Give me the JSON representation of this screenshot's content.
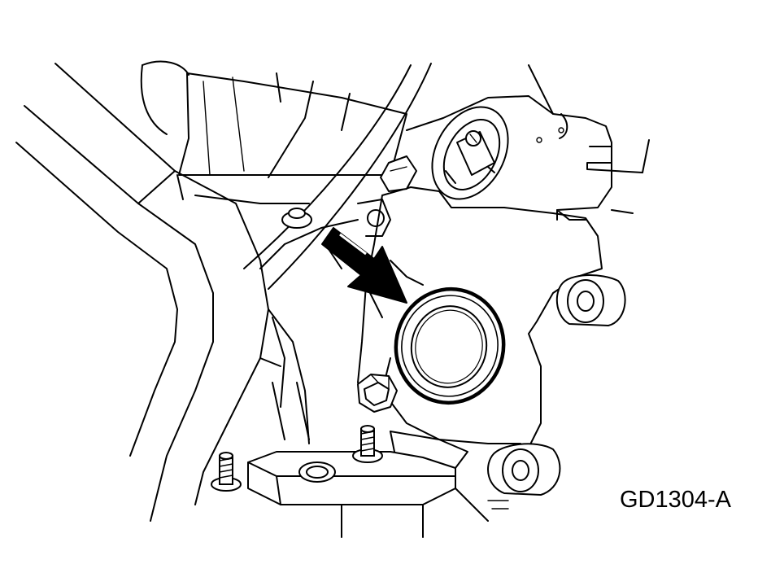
{
  "figure": {
    "id_label": "GD1304-A",
    "colors": {
      "line": "#000000",
      "background": "#ffffff"
    },
    "callout": {
      "type": "arrow",
      "points_to": "seal"
    }
  }
}
